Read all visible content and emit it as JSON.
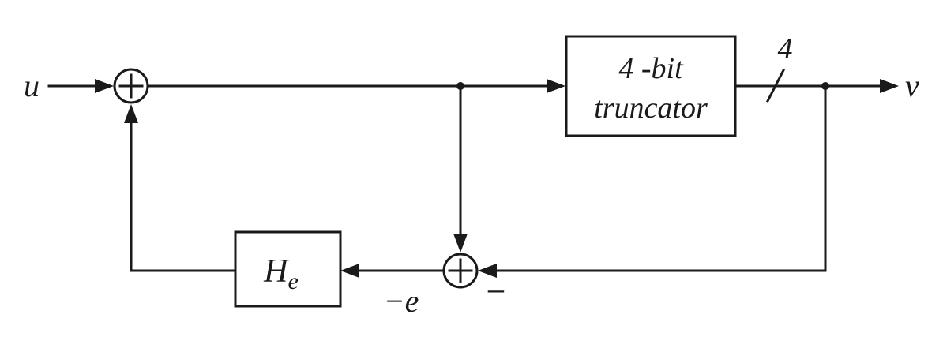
{
  "signals": {
    "input": "u",
    "output": "v",
    "error": "−e",
    "bus_width": "4"
  },
  "blocks": {
    "truncator": {
      "line1": "4 -bit",
      "line2": "truncator"
    },
    "filter": {
      "base": "H",
      "sub": "e"
    }
  },
  "summing_junction_2": {
    "sign": "−"
  },
  "colors": {
    "ink": "#1a1a1a",
    "background": "#ffffff"
  }
}
